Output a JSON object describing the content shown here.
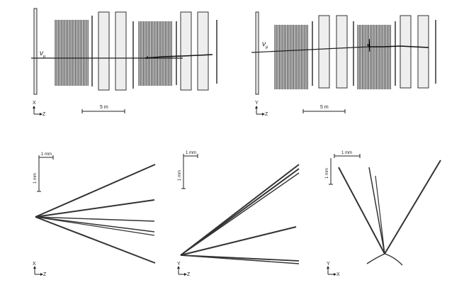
{
  "detector_top_left": {
    "beam_label": "ν",
    "beam_sub": "μ",
    "axis_vertical": "X",
    "axis_horizontal": "Z",
    "scale_label": "5 m"
  },
  "detector_top_right": {
    "beam_label": "ν",
    "beam_sub": "μ",
    "axis_vertical": "Y",
    "axis_horizontal": "Z",
    "scale_label": "5 m"
  },
  "vertex_xz": {
    "scale_h": "1 mm",
    "scale_v": "1 mm",
    "axis_vertical": "X",
    "axis_horizontal": "Z"
  },
  "vertex_yz": {
    "scale_h": "1 mm",
    "scale_v": "1 mm",
    "axis_vertical": "Y",
    "axis_horizontal": "Z"
  },
  "vertex_yx": {
    "scale_h": "1 mm",
    "scale_v": "1 mm",
    "axis_vertical": "Y",
    "axis_horizontal": "X"
  }
}
